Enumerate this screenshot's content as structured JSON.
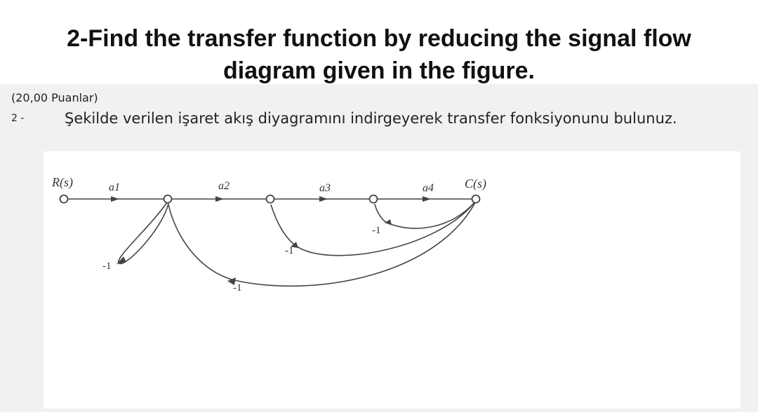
{
  "header": {
    "title": "2-Find the transfer function by reducing the signal flow diagram given in the figure."
  },
  "question": {
    "points": "(20,00 Puanlar)",
    "number": "2 -",
    "text": "Şekilde verilen işaret akış diyagramını indirgeyerek transfer fonksiyonunu bulunuz."
  },
  "diagram": {
    "input_label": "R(s)",
    "output_label": "C(s)",
    "forward_gains": [
      "a1",
      "a2",
      "a3",
      "a4"
    ],
    "feedback_gains": [
      "-1",
      "-1",
      "-1",
      "-1"
    ]
  }
}
